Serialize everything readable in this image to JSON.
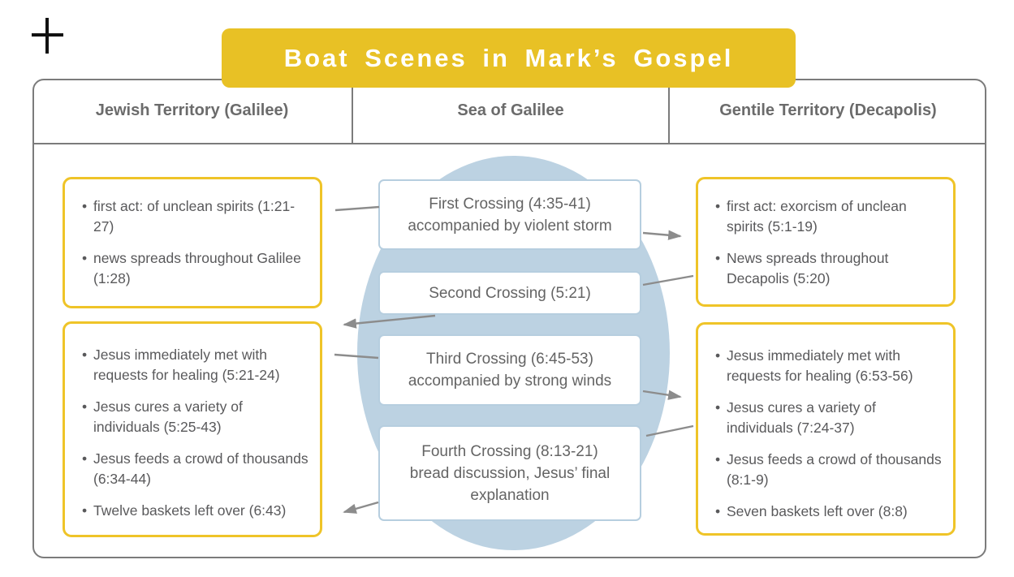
{
  "title": "Boat Scenes in Mark’s Gospel",
  "columns": [
    {
      "header": "Jewish Territory (Galilee)"
    },
    {
      "header": "Sea of Galilee"
    },
    {
      "header": "Gentile Territory (Decapolis)"
    }
  ],
  "left_boxes": [
    {
      "items": [
        "first act: of unclean spirits (1:21-27)",
        "news spreads throughout Galilee (1:28)"
      ]
    },
    {
      "items": [
        "Jesus immediately met with requests for healing (5:21-24)",
        "Jesus cures a variety of individuals (5:25-43)",
        "Jesus feeds a crowd of thousands (6:34-44)",
        "Twelve baskets left over (6:43)"
      ]
    }
  ],
  "crossings": [
    {
      "lines": [
        "First Crossing (4:35-41)",
        "accompanied by violent storm"
      ]
    },
    {
      "lines": [
        "Second Crossing (5:21)"
      ]
    },
    {
      "lines": [
        "Third Crossing (6:45-53)",
        "accompanied by strong winds"
      ]
    },
    {
      "lines": [
        "Fourth Crossing (8:13-21)",
        "bread discussion, Jesus’ final",
        "explanation"
      ]
    }
  ],
  "right_boxes": [
    {
      "items": [
        "first act: exorcism of unclean spirits (5:1-19)",
        "News spreads throughout Decapolis (5:20)"
      ]
    },
    {
      "items": [
        "Jesus immediately met with requests for healing (6:53-56)",
        "Jesus cures a variety of individuals (7:24-37)",
        "Jesus feeds a crowd of thousands (8:1-9)",
        "Seven baskets left over (8:8)"
      ]
    }
  ],
  "colors": {
    "banner-yellow": "#E8C125",
    "box-yellow": "#EFC428",
    "sea-blue": "#BCD2E2",
    "crossing-border": "#B6CEDF",
    "line-gray": "#8C8C8C",
    "frame-gray": "#7B7B7B",
    "header-text": "#6B6B6B",
    "body-text": "#59595B",
    "crossing-text": "#646464"
  }
}
